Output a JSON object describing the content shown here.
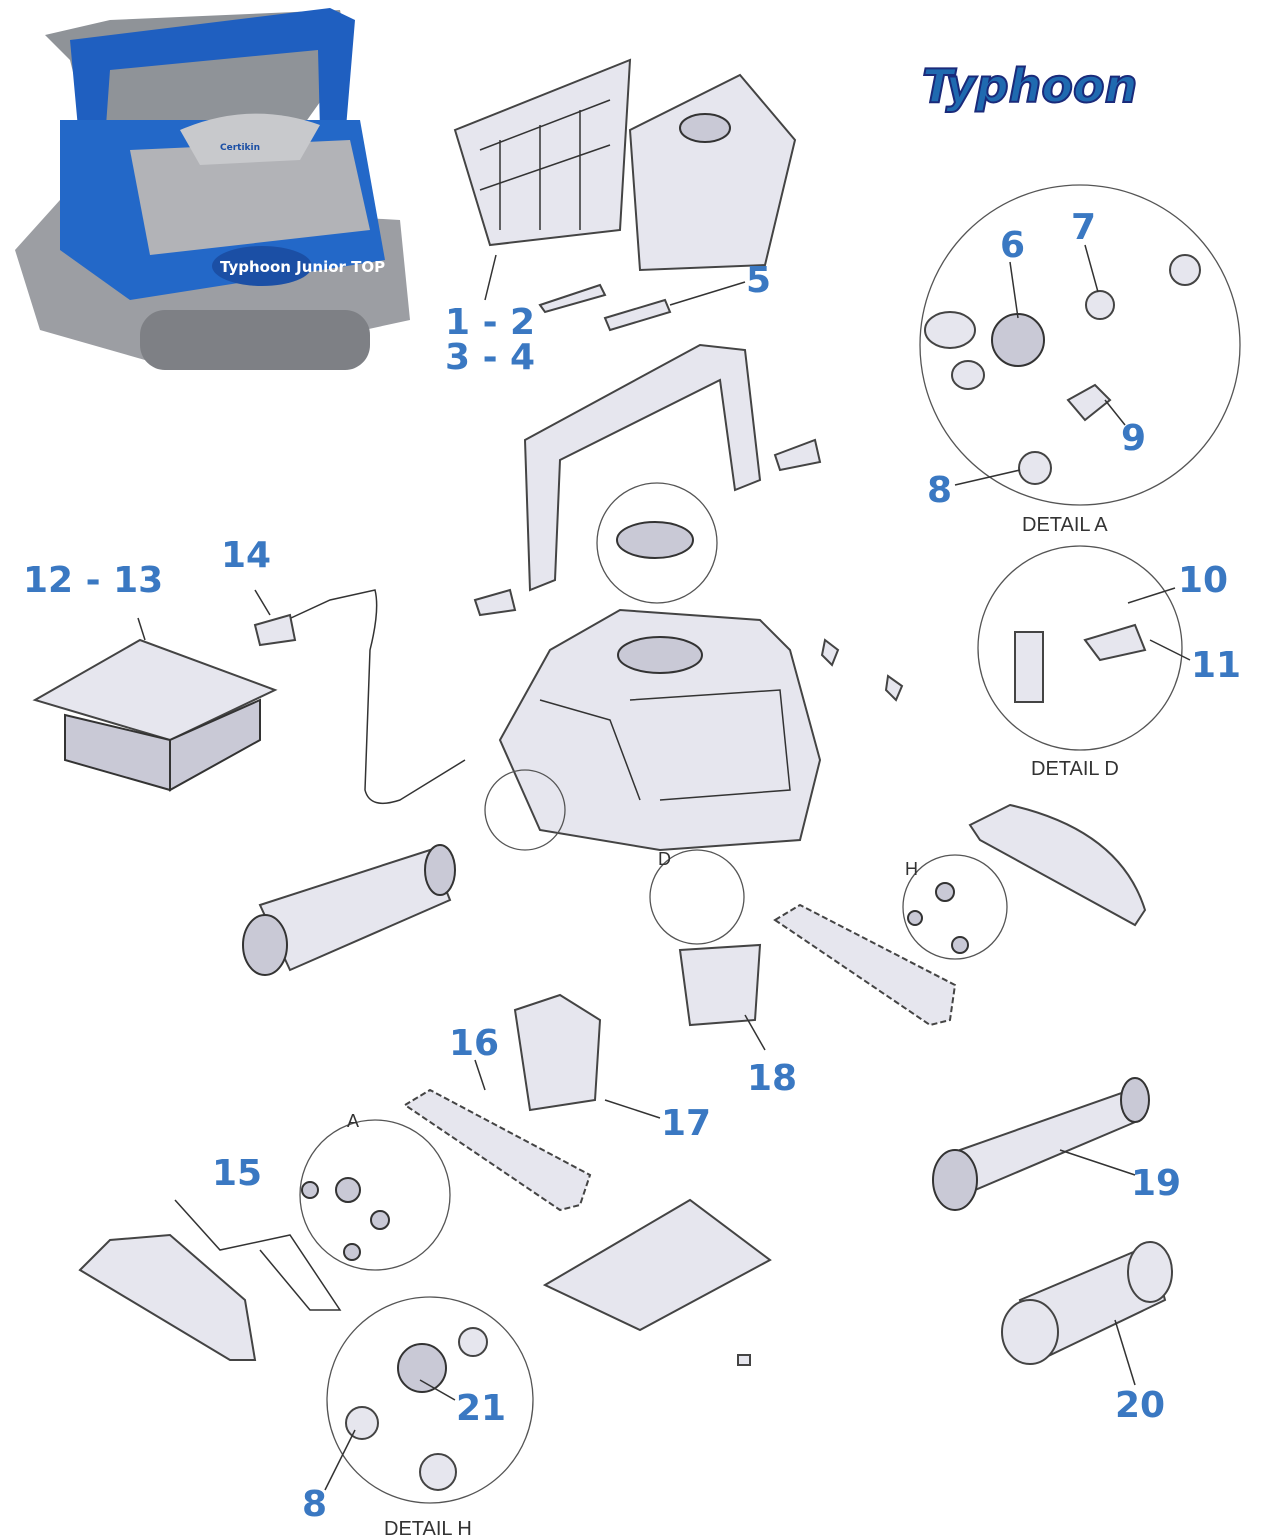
{
  "brand": {
    "logo_text": "Typhoon",
    "product_badge": "Typhoon Junior TOP",
    "product_maker": "Certikin"
  },
  "callouts": {
    "c1_2": "1 - 2",
    "c3_4": "3 - 4",
    "c5": "5",
    "c6": "6",
    "c7": "7",
    "c8a": "8",
    "c9": "9",
    "c10": "10",
    "c11": "11",
    "c12_13": "12 - 13",
    "c14": "14",
    "c15": "15",
    "c16": "16",
    "c17": "17",
    "c18": "18",
    "c19": "19",
    "c20": "20",
    "c21": "21",
    "c8h": "8"
  },
  "details": {
    "a": "DETAIL A",
    "d": "DETAIL D",
    "h": "DETAIL H"
  },
  "detail_markers": {
    "a": "A",
    "d": "D",
    "h": "H"
  },
  "colors": {
    "callout": "#3a78c2",
    "robot_blue": "#1f5fc0",
    "robot_grey": "#a9a9ad"
  }
}
